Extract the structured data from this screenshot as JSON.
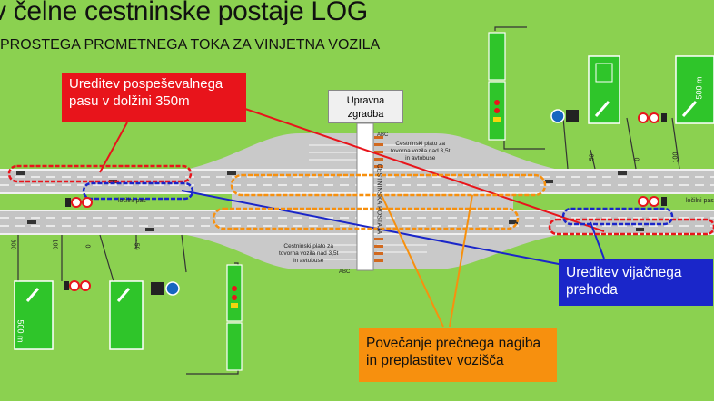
{
  "header": {
    "title": "v čelne cestninske postaje LOG",
    "subtitle": "PROSTEGA PROMETNEGA TOKA ZA VINJETNA VOZILA"
  },
  "building": {
    "line1": "Upravna",
    "line2": "zgradba"
  },
  "toll_plaza": {
    "label_top": "ABC",
    "label_bottom": "ABC",
    "plato_top": [
      "Cestninski plato za",
      "tovorna vozila nad 3,5t",
      "in avtobuse"
    ],
    "plato_bottom": [
      "Cestninski plato za",
      "tovorna vozila nad 3,5t",
      "in avtobuse"
    ],
    "vertical_label": "CESTNINSKA POSTAJA"
  },
  "lane_labels": {
    "left": "ločilni pas",
    "right": "ločilni pas"
  },
  "distances": {
    "d50": "50",
    "d0": "0",
    "d100": "100",
    "d300": "300",
    "dm50": "- 50",
    "sign_500": "500 m"
  },
  "callouts": {
    "red": [
      "Ureditev pospeševalnega",
      "pasu v dolžini 350m"
    ],
    "blue": [
      "Ureditev vijačnega",
      "prehoda"
    ],
    "orange": [
      "Povečanje prečnega nagiba",
      "in preplastitev vozišča"
    ]
  },
  "colors": {
    "background": "#8bd150",
    "road": "#c9c9c9",
    "red": "#e8141b",
    "blue": "#1a26c9",
    "orange": "#f7900e",
    "sign_green": "#2fc52a"
  }
}
